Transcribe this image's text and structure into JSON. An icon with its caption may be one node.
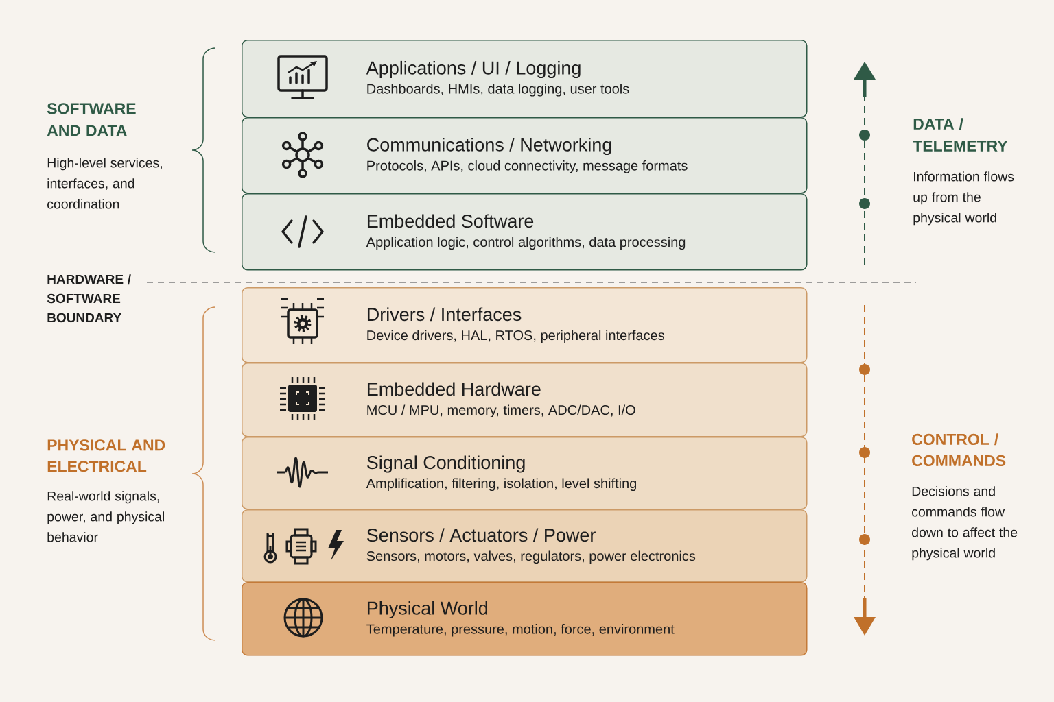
{
  "diagram": {
    "nodes": [
      {
        "text": [
          "Applications / UI / Logging",
          "Dashboards, HMIs, data logging, user tools"
        ]
      },
      {
        "text": [
          "Communications / Networking",
          "Protocols, APIs, cloud connectivity, message formats"
        ]
      },
      {
        "text": [
          "Embedded Software",
          "Application logic, control algorithms, data processing"
        ]
      },
      {
        "text": [
          "Drivers / Interfaces",
          "Device drivers, HAL, RTOS, peripheral interfaces"
        ]
      },
      {
        "text": [
          "Embedded Hardware",
          "MCU / MPU, memory, timers, ADC/DAC, I/O"
        ]
      },
      {
        "text": [
          "Signal Conditioning",
          "Amplification, filtering, isolation, level shifting"
        ]
      },
      {
        "text": [
          "Sensors / Actuators / Power",
          "Sensors, motors, valves, regulators, power electronics"
        ]
      },
      {
        "text": [
          "Physical World",
          "Temperature, pressure, motion, force, environment"
        ]
      }
    ],
    "labels": [
      "SOFTWARE AND DATA",
      "High-level services, interfaces, and coordination",
      "DATA / TELEMETRY",
      "Information flows up from the physical world",
      "HARDWARE / SOFTWARE BOUNDARY",
      "PHYSICAL AND ELECTRICAL",
      "Real-world signals, power, and physical behavior",
      "CONTROL / COMMANDS",
      "Decisions and commands flow down to affect the physical world"
    ]
  }
}
